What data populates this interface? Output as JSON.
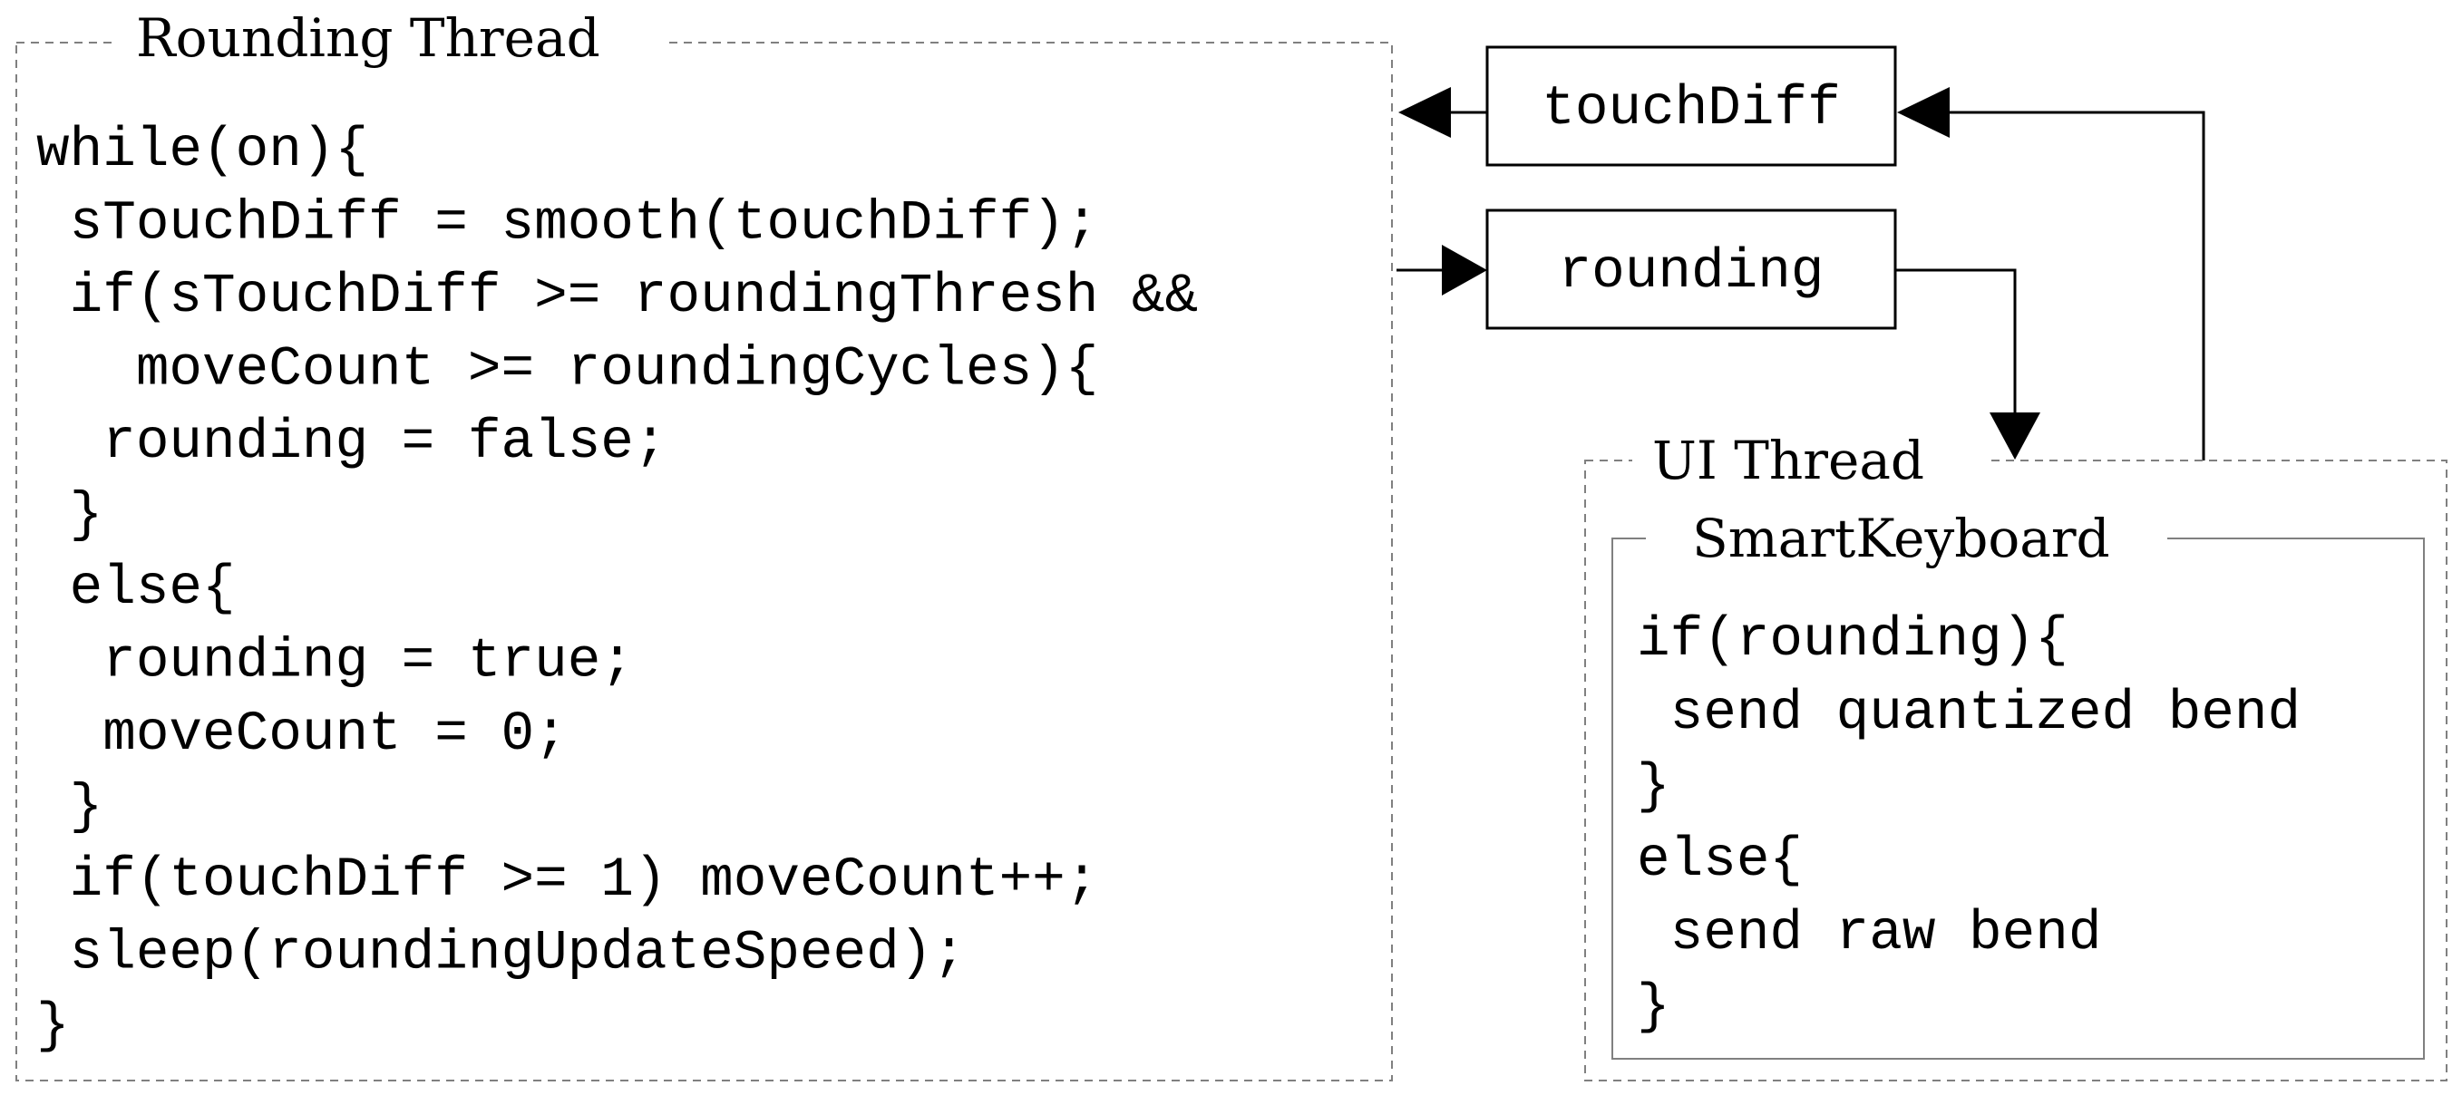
{
  "rounding_thread": {
    "title": "Rounding Thread",
    "code_lines": [
      "while(on){",
      " sTouchDiff = smooth(touchDiff);",
      " if(sTouchDiff >= roundingThresh &&",
      "   moveCount >= roundingCycles){",
      "  rounding = false;",
      " }",
      " else{",
      "  rounding = true;",
      "  moveCount = 0;",
      " }",
      " if(touchDiff >= 1) moveCount++;",
      " sleep(roundingUpdateSpeed);",
      "}"
    ]
  },
  "variables": {
    "touch_diff": "touchDiff",
    "rounding": "rounding"
  },
  "ui_thread": {
    "title": "UI Thread",
    "smart_keyboard": {
      "title": "SmartKeyboard",
      "code_lines": [
        "if(rounding){",
        " send quantized bend",
        "}",
        "else{",
        " send raw bend",
        "}"
      ]
    }
  }
}
